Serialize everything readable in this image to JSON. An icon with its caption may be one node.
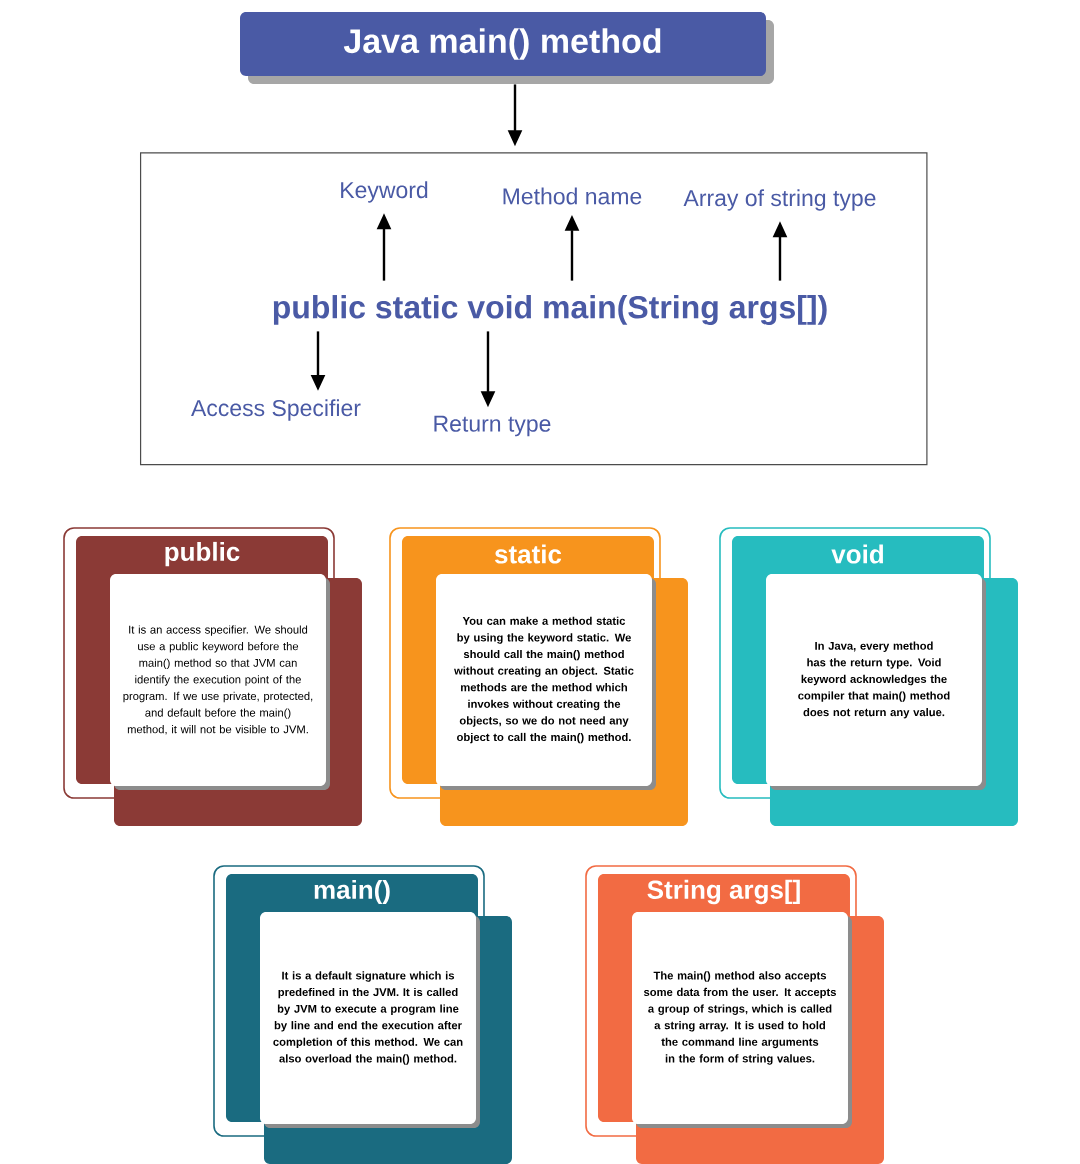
{
  "diagram": {
    "nodes": [
      {
        "text": [
          "Java main() method"
        ]
      },
      {
        "text": [],
        "shape": "box"
      },
      {
        "text": [
          "Keyword"
        ],
        "in": 1
      },
      {
        "text": [
          "Method name"
        ],
        "in": 1
      },
      {
        "text": [
          "Array of string type"
        ],
        "in": 1
      },
      {
        "text": [
          "public static void main(String args[])"
        ],
        "in": 1
      },
      {
        "text": [
          "Access Specifier"
        ],
        "in": 1
      },
      {
        "text": [
          "Return type"
        ],
        "in": 1
      },
      {
        "text": [
          "public",
          "It is an access specifier. We should use a public keyword before the main() method so that JVM can identify the execution point of the program. If we use private, protected, and default before the main() method, it will not be visible to JVM."
        ]
      },
      {
        "text": [
          "static",
          "You can make a method static by using the keyword static. We should call the main() method without creating an object. Static methods are the method which invokes without creating the objects, so we do not need any object to call the main() method."
        ]
      },
      {
        "text": [
          "void",
          "In Java, every method has the return type. Void keyword acknowledges the compiler that main() method does not return any value."
        ]
      },
      {
        "text": [
          "main()",
          "It is a default signature which is predefined in the JVM. It is called by JVM to execute a program line by line and end the execution after completion of this method. We can also overload the main() method."
        ]
      },
      {
        "text": [
          "String args[]",
          "The main() method also accepts some data from the user. It accepts a group of strings, which is called a string array. It is used to hold the command line arguments in the form of string values."
        ]
      }
    ],
    "edges": [
      {
        "from": 0,
        "to": 1,
        "arrow": "to"
      },
      {
        "from": 5,
        "to": 2,
        "arrow": "to"
      },
      {
        "from": 5,
        "to": 3,
        "arrow": "to"
      },
      {
        "from": 5,
        "to": 4,
        "arrow": "to"
      },
      {
        "from": 5,
        "to": 6,
        "arrow": "to"
      },
      {
        "from": 5,
        "to": 7,
        "arrow": "to"
      }
    ]
  }
}
